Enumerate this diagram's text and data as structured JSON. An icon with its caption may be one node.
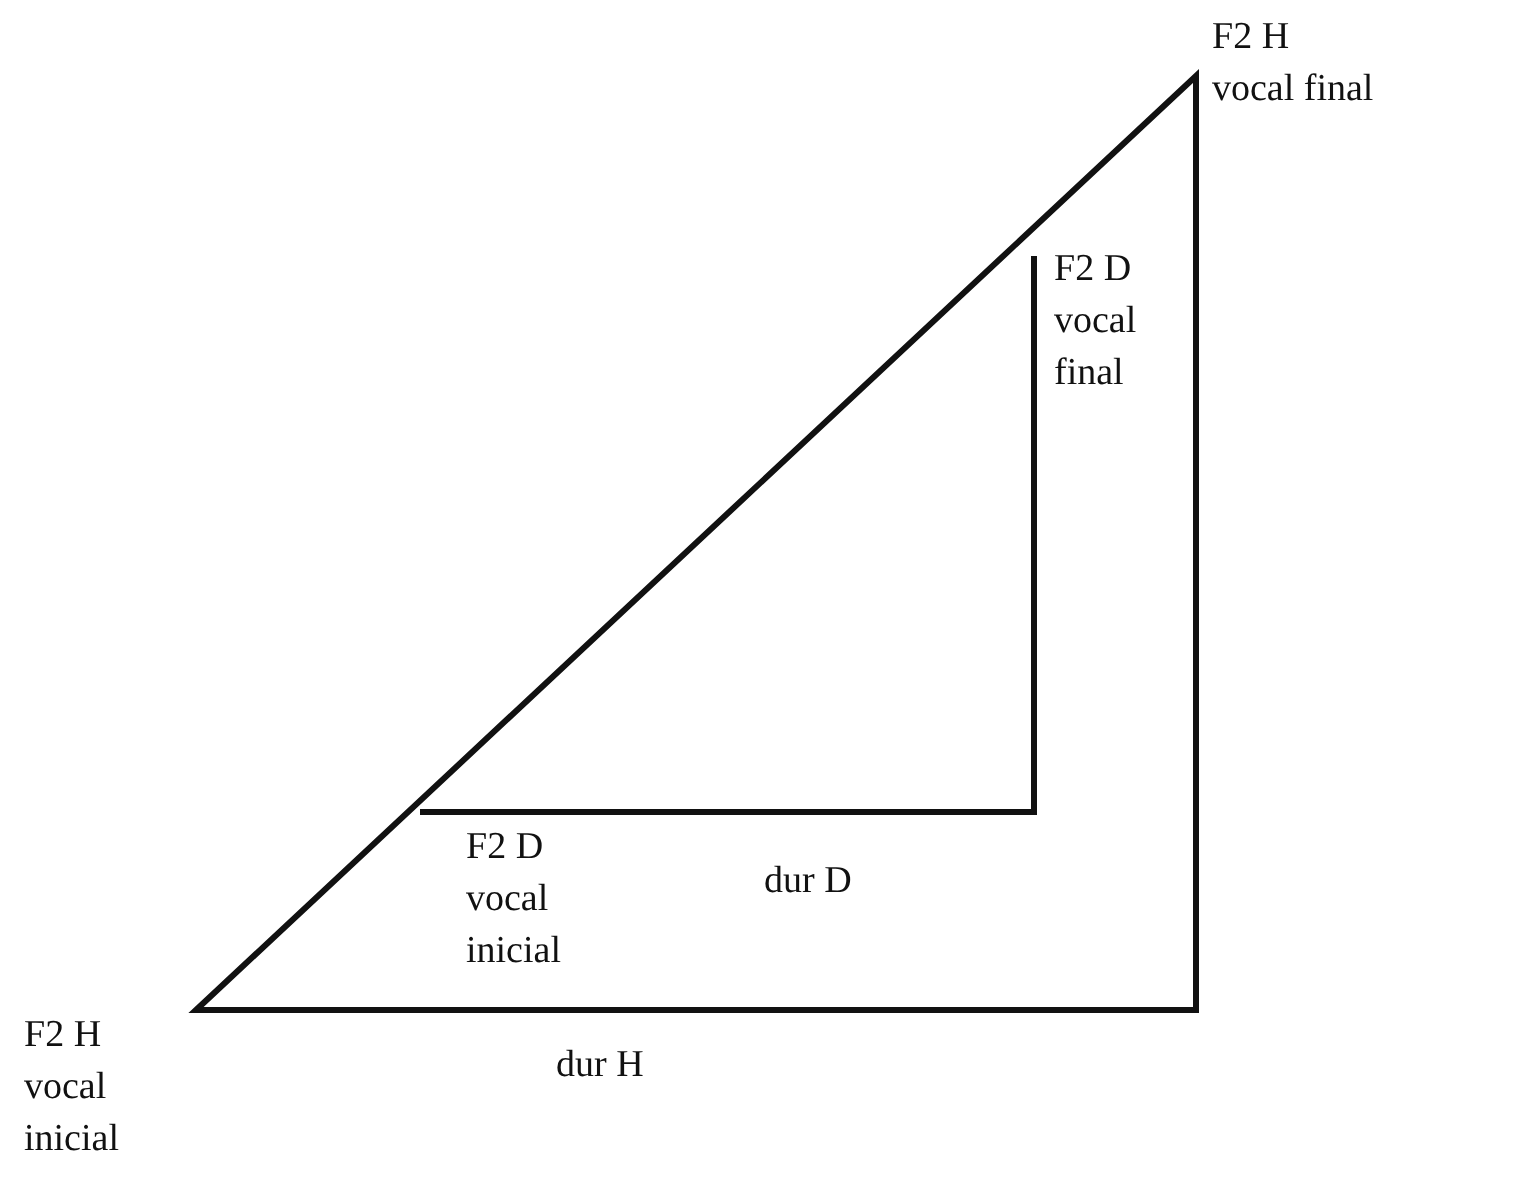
{
  "diagram": {
    "labels": [
      "F2 H vocal final",
      "F2 D vocal final",
      "F2 D vocal inicial",
      "dur D",
      "F2 H vocal inicial",
      "dur H"
    ]
  }
}
